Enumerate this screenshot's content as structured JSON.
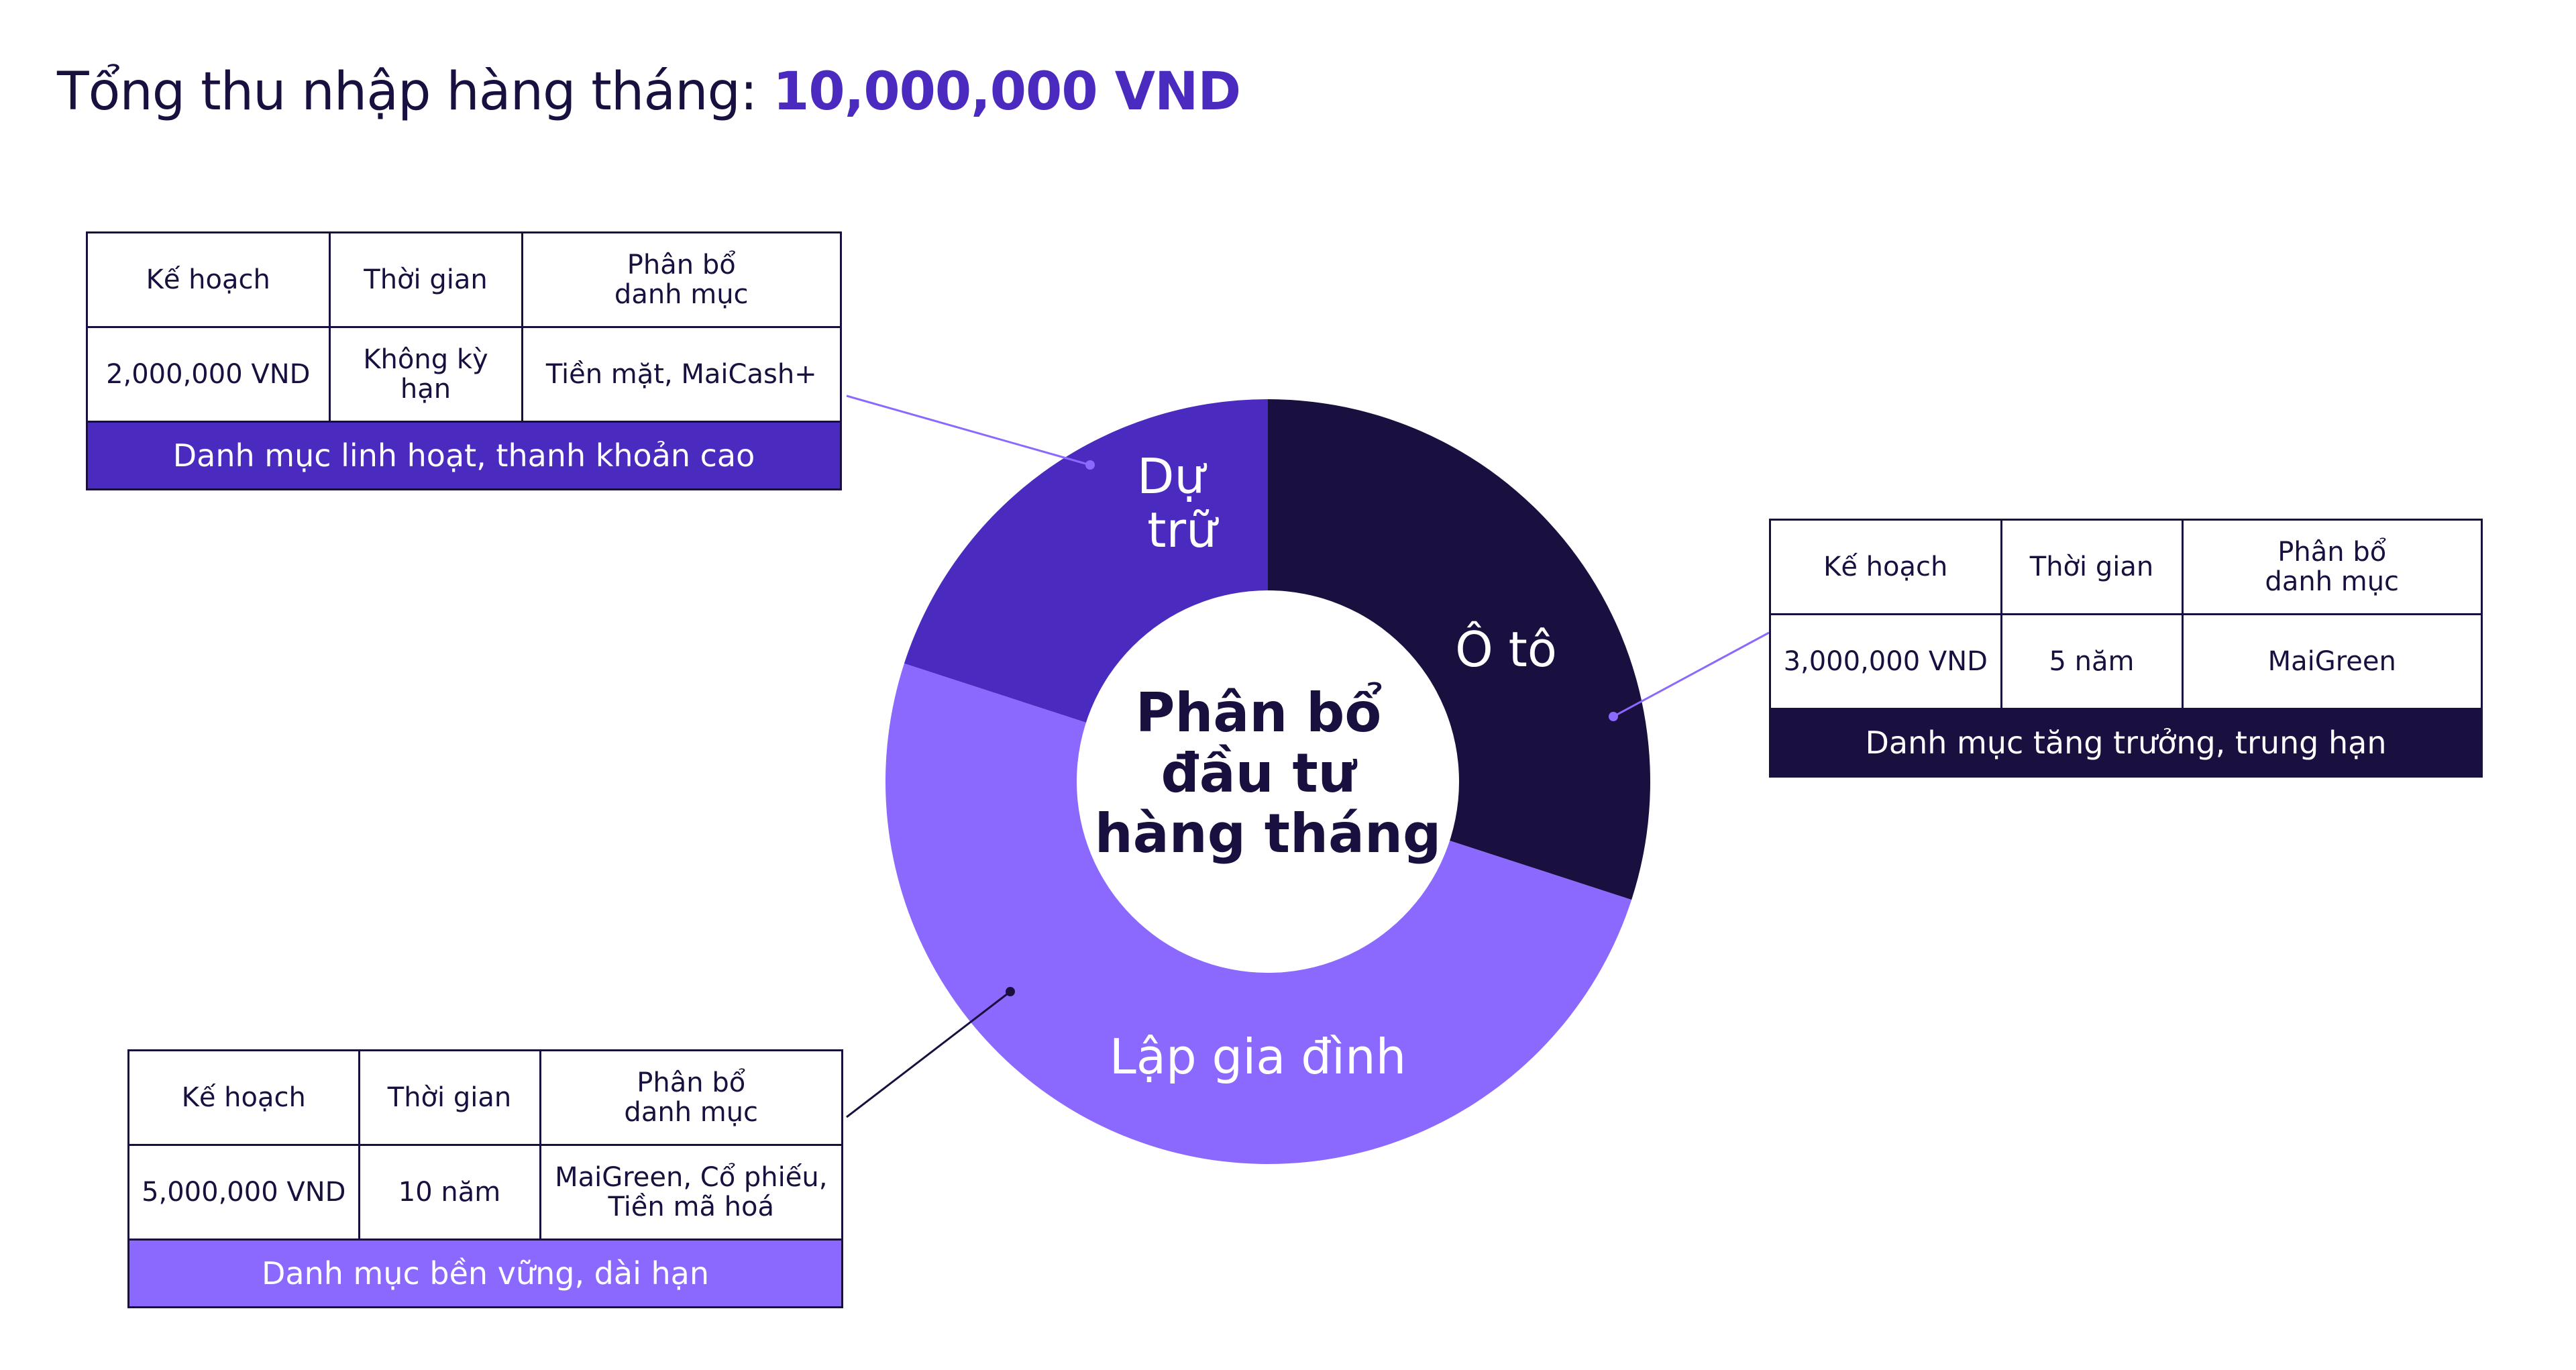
{
  "header": {
    "label": "Tổng thu nhập hàng tháng:",
    "amount": "10,000,000 VND"
  },
  "colors": {
    "reserve": "#4b2ac0",
    "car": "#1a1040",
    "family": "#8c69fe",
    "text_dark": "#1a1040"
  },
  "chart_data": {
    "type": "pie",
    "center_label": [
      "Phân bổ",
      "đầu tư",
      "hàng tháng"
    ],
    "categories": [
      "Dự trữ",
      "Ô tô",
      "Lập gia đình"
    ],
    "values": [
      2000000,
      3000000,
      5000000
    ],
    "unit": "VND",
    "display_labels": {
      "reserve": [
        "Dự",
        "trữ"
      ],
      "car": "Ô tô",
      "family": "Lập gia đình"
    }
  },
  "plans": {
    "headers": {
      "plan": "Kế hoạch",
      "time": "Thời gian",
      "allocation_line1": "Phân bổ",
      "allocation_line2": "danh mục"
    },
    "reserve": {
      "amount": "2,000,000 VND",
      "time": "Không kỳ hạn",
      "allocation": "Tiền mặt, MaiCash+",
      "footer": "Danh mục linh hoạt, thanh khoản cao"
    },
    "car": {
      "amount": "3,000,000 VND",
      "time": "5 năm",
      "allocation": "MaiGreen",
      "footer": "Danh mục tăng trưởng, trung hạn"
    },
    "family": {
      "amount": "5,000,000 VND",
      "time": "10 năm",
      "allocation_line1": "MaiGreen, Cổ phiếu,",
      "allocation_line2": "Tiền mã hoá",
      "footer": "Danh mục bền vững, dài hạn"
    }
  }
}
